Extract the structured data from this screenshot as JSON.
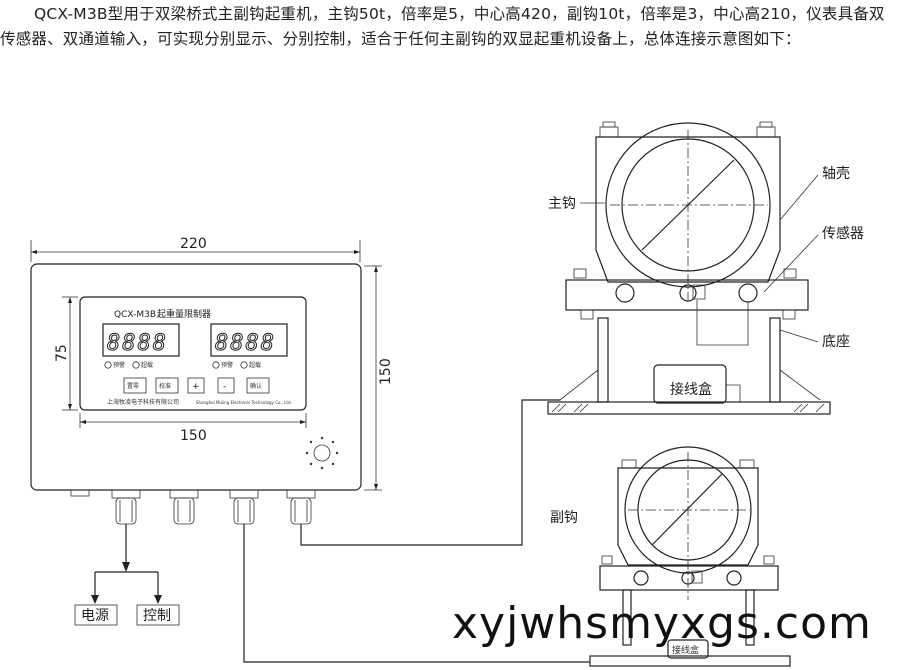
{
  "intro_text": "QCX-M3B型用于双梁桥式主副钩起重机，主钩50t，倍率是5，中心高420，副钩10t，倍率是3，中心高210，仪表具备双传感器、双通道输入，可实现分别显示、分别控制，适合于任何主副钩的双显起重机设备上，总体连接示意图如下：",
  "dimensions": {
    "width": "220",
    "height_outer": "150",
    "panel_height": "75",
    "panel_width": "150"
  },
  "panel": {
    "model": "QCX-M3B",
    "title": "起重量限制器",
    "display_left": "8888",
    "display_right": "8888",
    "ind_prewarn": "预警",
    "ind_overload": "超载",
    "buttons": [
      "置零",
      "校准",
      "+",
      "-",
      "确认"
    ],
    "company": "上海牧凌电子科技有限公司",
    "company_en": "Shanghai Muling Electronic Technology Co., Ltd."
  },
  "outputs": {
    "power": "电源",
    "control": "控制"
  },
  "labels": {
    "main_hook": "主钩",
    "aux_hook": "副钩",
    "shaft_housing": "轴壳",
    "sensor": "传感器",
    "base": "底座",
    "junction_box": "接线盒"
  },
  "watermark": "xyjwhsmyxgs.com"
}
